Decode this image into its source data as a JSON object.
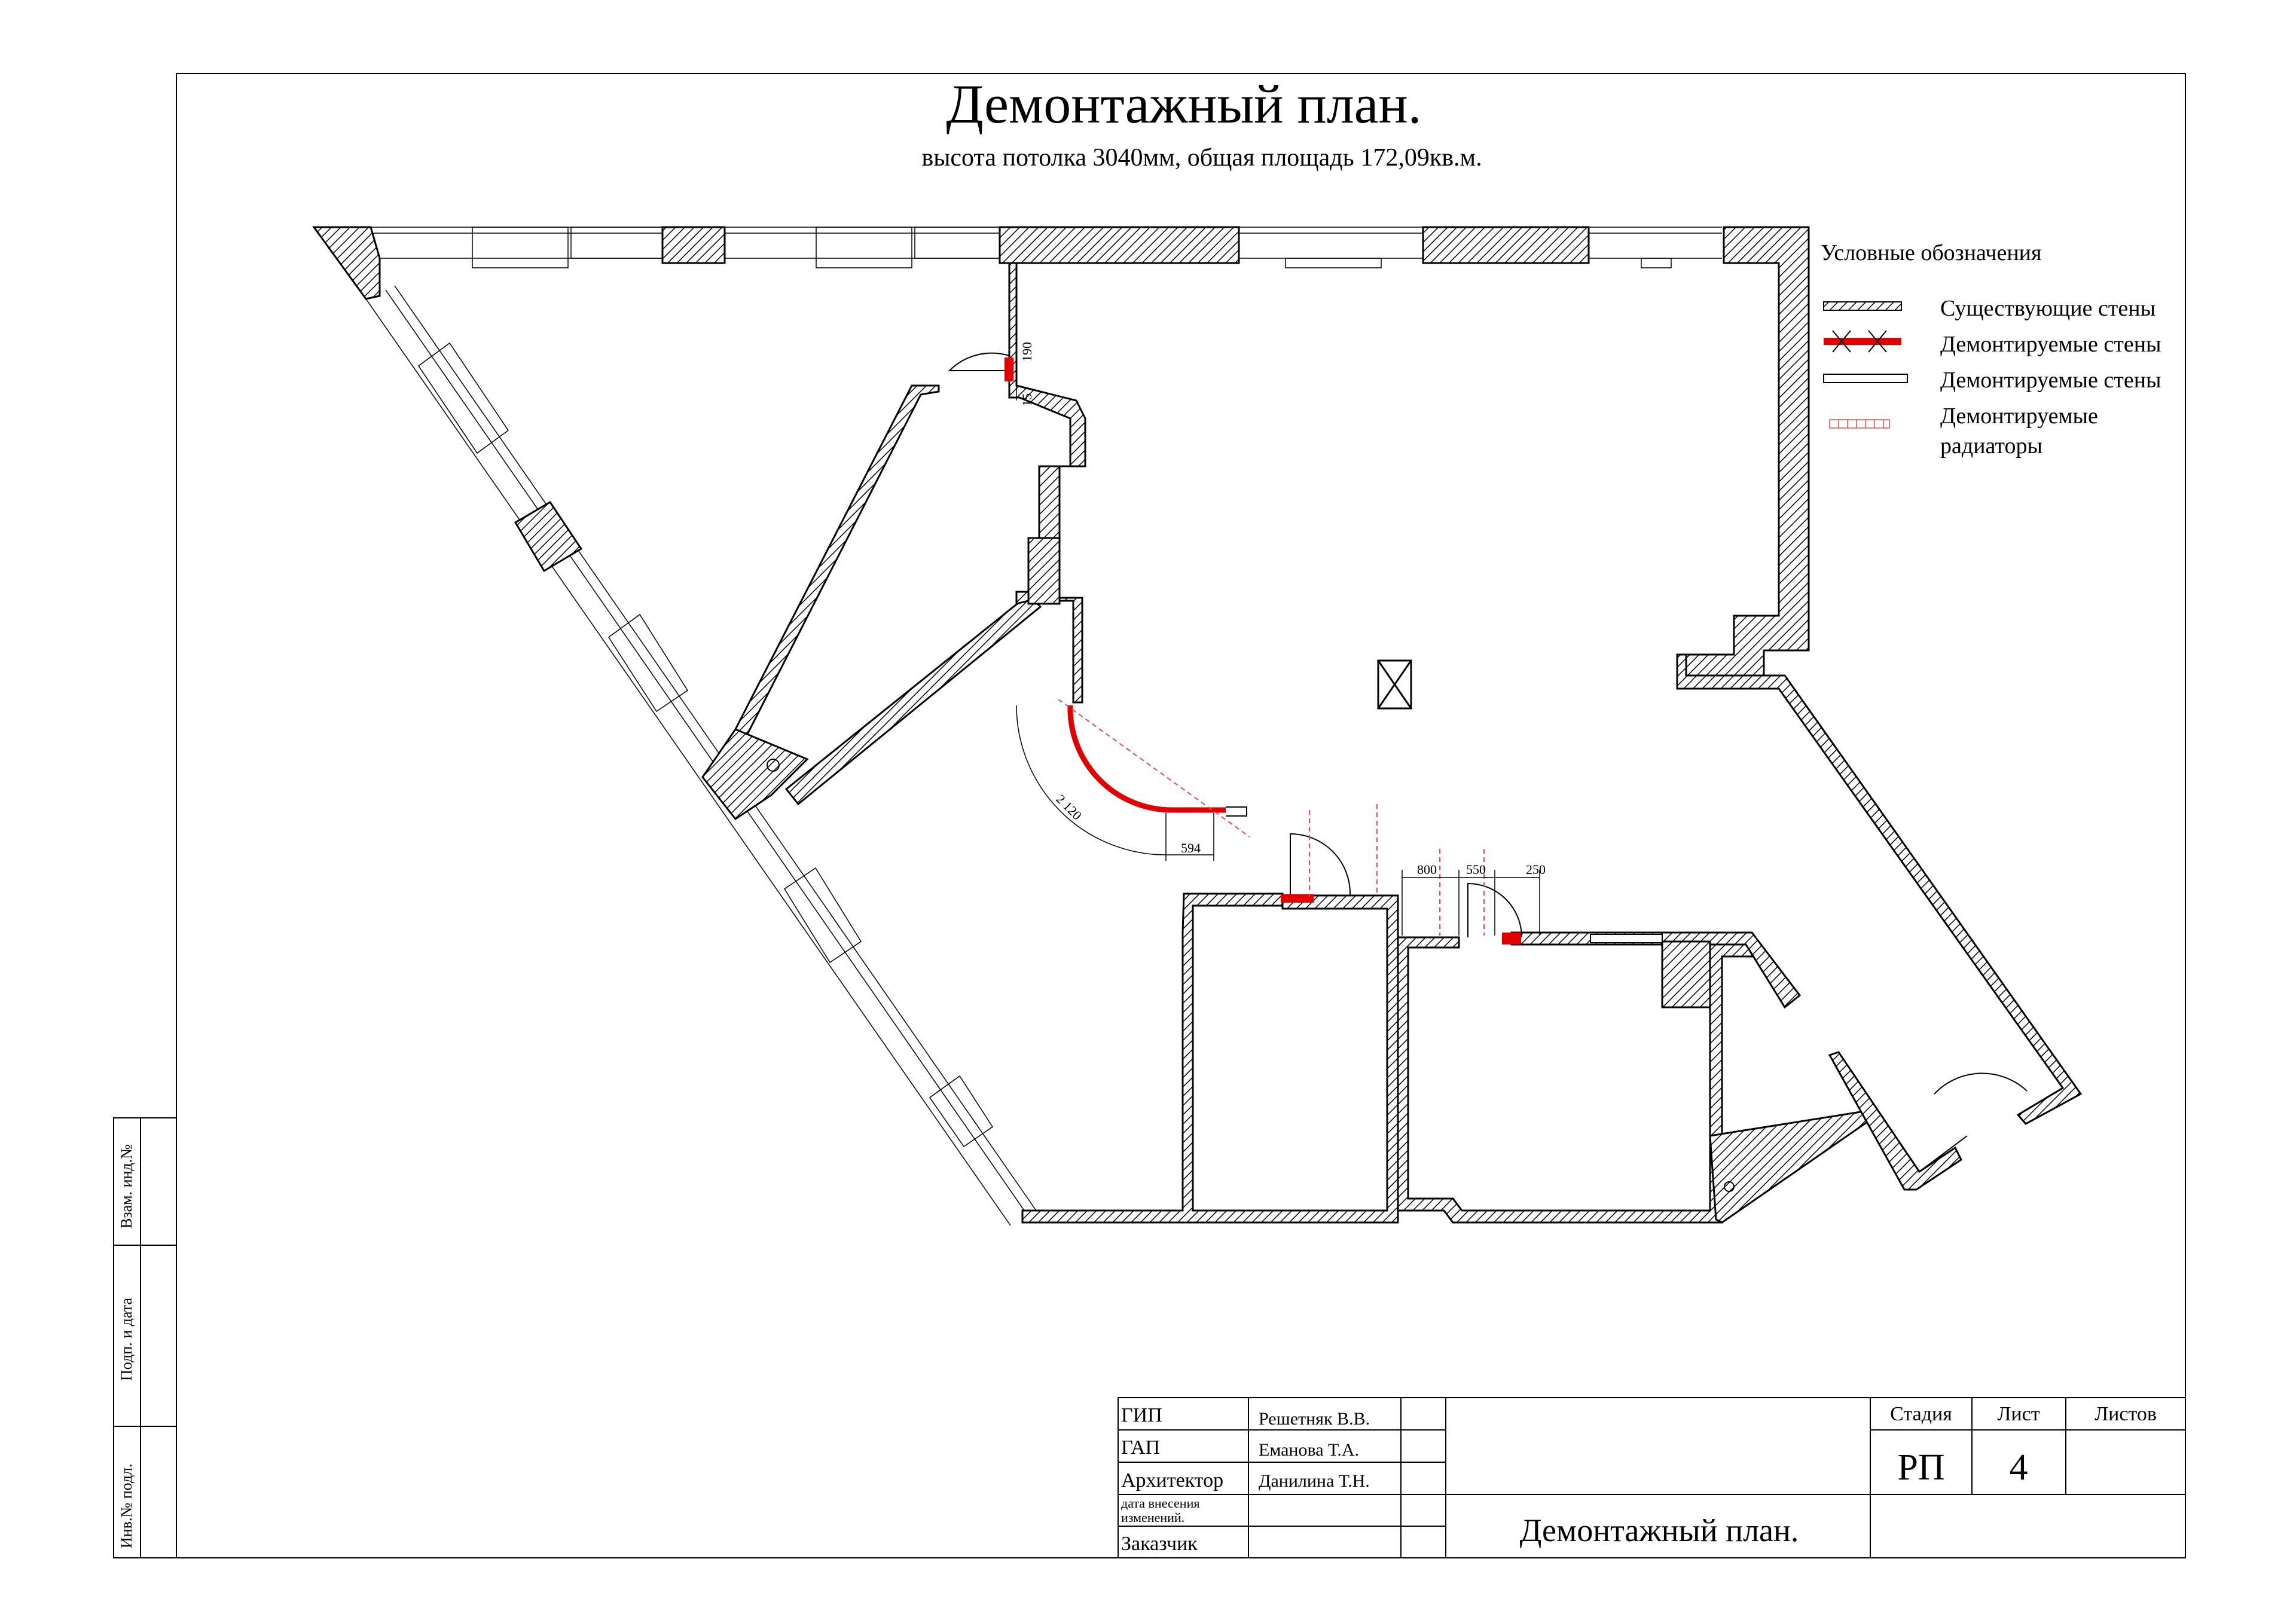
{
  "title": "Демонтажный  план.",
  "subtitle": "высота потолка 3040мм, общая площадь  172,09кв.м.",
  "legend": {
    "heading": "Условные обозначения",
    "existing": "Существующие стены",
    "demolished_red": "Демонтируемые стены",
    "demolished_white": "Демонтируемые стены",
    "radiators_1": "Демонтируемые",
    "radiators_2": "радиаторы"
  },
  "dimensions": {
    "d190": "190",
    "d15": "15",
    "d2120": "2 120",
    "d594": "594",
    "d800": "800",
    "d550": "550",
    "d250": "250"
  },
  "side_stamp": {
    "vzam": "Взам. инд.№",
    "podp": "Подп. и дата",
    "inv": "Инв.№ подл."
  },
  "title_block": {
    "gip": "ГИП",
    "gip_name": "Решетняк В.В.",
    "gap": "ГАП",
    "gap_name": "Еманова Т.А.",
    "arch": "Архитектор",
    "arch_name": "Данилина Т.Н.",
    "changes_1": "дата  внесения",
    "changes_2": "изменений.",
    "client": "Заказчик",
    "stage_h": "Стадия",
    "sheet_h": "Лист",
    "sheets_h": "Листов",
    "stage": "РП",
    "sheet": "4",
    "drawing_title": "Демонтажный  план."
  },
  "colors": {
    "demolish": "#e00000",
    "radiator": "#e05050",
    "line": "#000000"
  }
}
